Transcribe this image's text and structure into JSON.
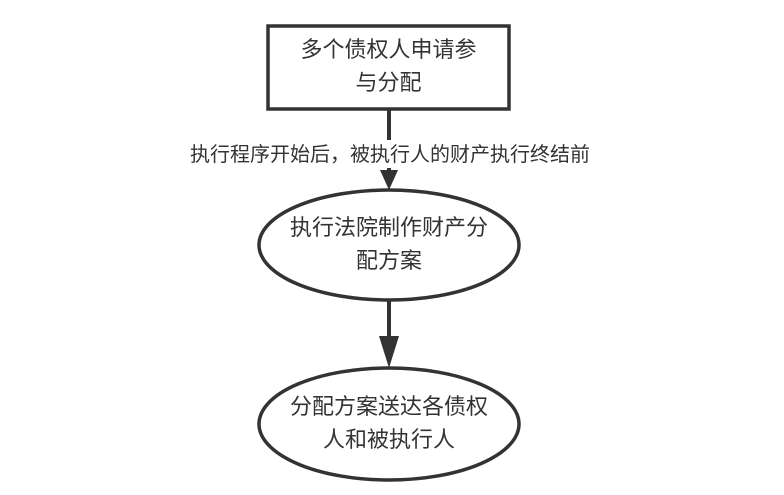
{
  "nodes": [
    {
      "shape": "rectangle",
      "lines": [
        "多个债权人申请参",
        "与分配"
      ]
    },
    {
      "shape": "ellipse",
      "lines": [
        "执行法院制作财产分",
        "配方案"
      ]
    },
    {
      "shape": "ellipse",
      "lines": [
        "分配方案送达各债权",
        "人和被执行人"
      ]
    }
  ],
  "edges": [
    {
      "from": 0,
      "to": 1,
      "label": "执行程序开始后，被执行人的财产执行终结前"
    },
    {
      "from": 1,
      "to": 2,
      "label": ""
    }
  ],
  "colors": {
    "stroke": "#333333",
    "fill": "#ffffff",
    "text": "#333333"
  }
}
